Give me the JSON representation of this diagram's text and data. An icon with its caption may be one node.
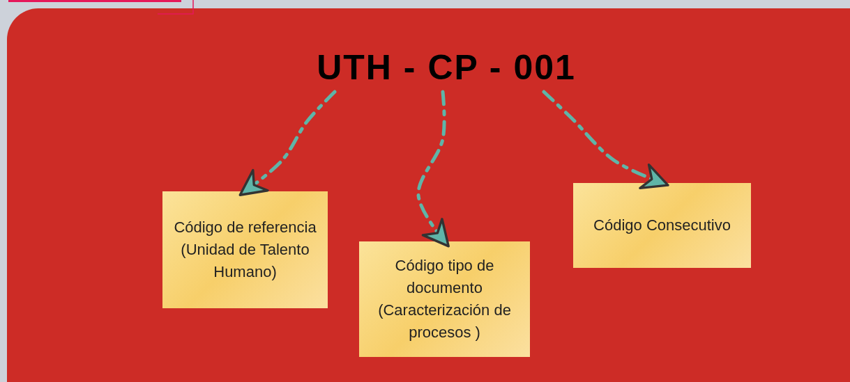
{
  "diagram": {
    "nodes": [
      {
        "text": [
          "UTH - CP - 001"
        ]
      },
      {
        "text": [
          "Código de referencia (Unidad de Talento Humano)"
        ]
      },
      {
        "text": [
          "Código tipo de documento (Caracterización de procesos )"
        ]
      },
      {
        "text": [
          "Código Consecutivo"
        ]
      }
    ],
    "edges": [
      {
        "from": 0,
        "to": 1,
        "arrow": "to",
        "style": "dashed"
      },
      {
        "from": 0,
        "to": 2,
        "arrow": "to",
        "style": "dashed"
      },
      {
        "from": 0,
        "to": 3,
        "arrow": "to",
        "style": "dashed"
      }
    ]
  }
}
